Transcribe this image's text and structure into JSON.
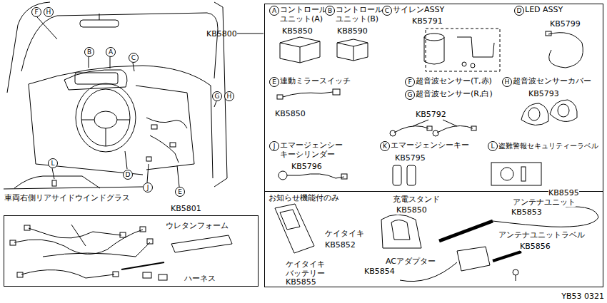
{
  "diagram": {
    "nodes": [
      {
        "text": [
          "KB5800"
        ]
      },
      {
        "text": [
          "お知らせ機能付のみ"
        ],
        "in": 0
      },
      {
        "text": [
          "KB5801"
        ]
      }
    ],
    "labels": [
      "A",
      "コントロール ユニット(A)",
      "KB5850",
      "B",
      "コントロール ユニット(B)",
      "KB8590",
      "C",
      "サイレンASSY",
      "KB5791",
      "D",
      "LED ASSY",
      "KB5799",
      "E",
      "連動ミラースイッチ",
      "KB5850",
      "F",
      "超音波センサー(T,赤)",
      "G",
      "超音波センサー(R,白)",
      "KB5792",
      "H",
      "超音波センサーカバー",
      "KB5793",
      "J",
      "エマージェンシー キーシリンダー",
      "KB5796",
      "K",
      "エマージェンシーキー",
      "KB5795",
      "L",
      "盗難警報セキュリティーラベル",
      "KB8595",
      "充電スタンド",
      "KB5850",
      "アンテナユニット",
      "KB5853",
      "ケイタイキ",
      "KB5852",
      "ケイタイキ バッテリー",
      "KB5855",
      "ACアダプター",
      "KB5854",
      "アンテナユニットラベル",
      "KB5856",
      "YB53 0321",
      "F",
      "H",
      "B",
      "A",
      "C",
      "G",
      "H",
      "L",
      "D",
      "J",
      "E",
      "車両右側リアサイドウインドグラス",
      "ウレタンフォーム",
      "ハーネス"
    ]
  }
}
